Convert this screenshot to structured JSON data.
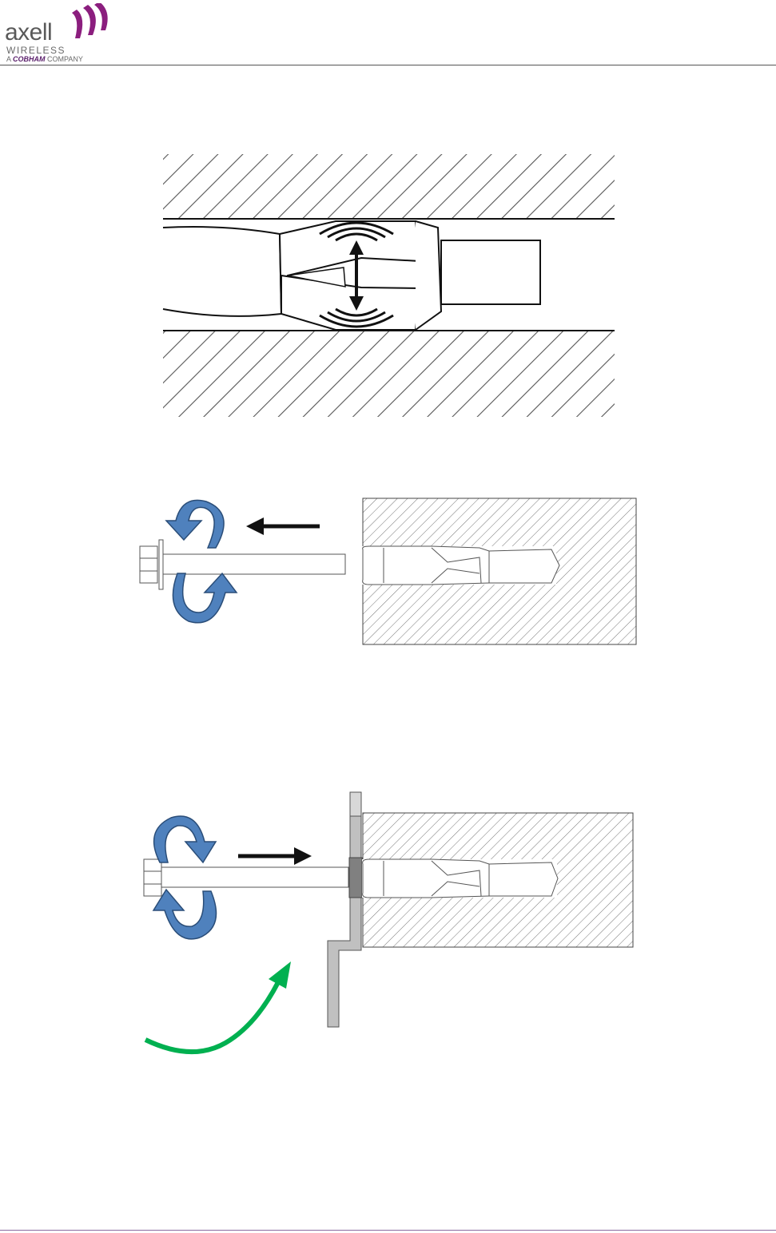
{
  "header": {
    "logo_main": "axell",
    "logo_sub": "WIRELESS",
    "logo_prefix": "A",
    "logo_brand": "COBHAM",
    "logo_suffix": "COMPANY"
  },
  "colors": {
    "brand_purple": "#8b1e7e",
    "rotate_arrow_fill": "#4f81bd",
    "rotate_arrow_stroke": "#2a4d78",
    "curve_arrow": "#00b050",
    "bracket_gray": "#c0c0c0",
    "washer_dark": "#808080"
  },
  "icons": {
    "figure1": [
      "anchor-expansion-icon",
      "double-arrow-icon"
    ],
    "figure2": [
      "rotate-arrow-icon",
      "left-arrow-icon"
    ],
    "figure3": [
      "rotate-arrow-icon",
      "right-arrow-icon",
      "curved-arrow-icon"
    ]
  }
}
